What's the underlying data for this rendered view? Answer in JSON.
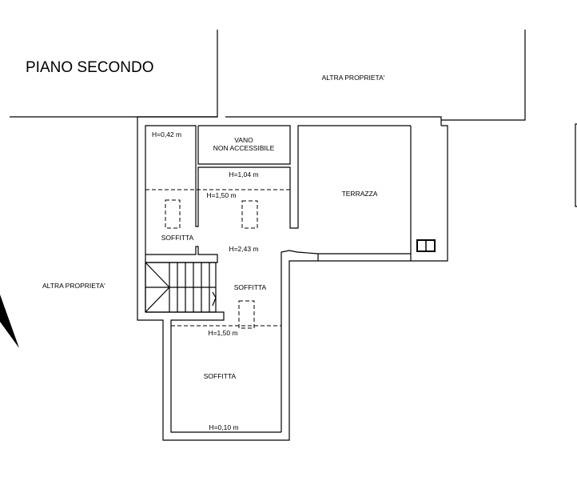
{
  "title": "PIANO SECONDO",
  "neighbors": {
    "top": "ALTRA PROPRIETA'",
    "left": "ALTRA PROPRIETA'"
  },
  "rooms": {
    "vano_line1": "VANO",
    "vano_line2": "NON ACCESSIBILE",
    "terrazza": "TERRAZZA",
    "soffitta_left": "SOFFITTA",
    "soffitta_center": "SOFFITTA",
    "soffitta_bottom": "SOFFITTA"
  },
  "heights": {
    "h_042": "H=0,42 m",
    "h_104": "H=1,04 m",
    "h_150_top": "H=1,50 m",
    "h_243": "H=2,43 m",
    "h_150_bottom": "H=1,50 m",
    "h_010": "H=0,10 m"
  },
  "colors": {
    "line": "#000000",
    "background": "#ffffff"
  }
}
